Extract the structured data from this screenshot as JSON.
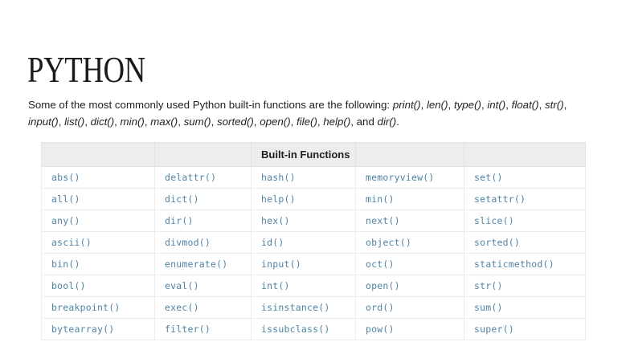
{
  "document": {
    "title": "PYTHON",
    "intro": {
      "lead": "Some of the most commonly used Python built-in functions are the following: ",
      "functions_inline": [
        "print()",
        "len()",
        "type()",
        "int()",
        "float()",
        "str()",
        "input()",
        "list()",
        "dict()",
        "min()",
        "max()",
        "sum()",
        "sorted()",
        "open()",
        "file()",
        "help()",
        "dir()"
      ],
      "full_text": "Some of the most commonly used Python built-in functions are the following: print(), len(), type(), int(), float(), str(), input(), list(), dict(), min(), max(), sum(), sorted(), open(), file(), help(), and dir()."
    },
    "table": {
      "caption": "Built-in Functions",
      "header_cells": [
        "",
        "",
        "Built-in Functions",
        "",
        ""
      ],
      "rows": [
        [
          "abs()",
          "delattr()",
          "hash()",
          "memoryview()",
          "set()"
        ],
        [
          "all()",
          "dict()",
          "help()",
          "min()",
          "setattr()"
        ],
        [
          "any()",
          "dir()",
          "hex()",
          "next()",
          "slice()"
        ],
        [
          "ascii()",
          "divmod()",
          "id()",
          "object()",
          "sorted()"
        ],
        [
          "bin()",
          "enumerate()",
          "input()",
          "oct()",
          "staticmethod()"
        ],
        [
          "bool()",
          "eval()",
          "int()",
          "open()",
          "str()"
        ],
        [
          "breakpoint()",
          "exec()",
          "isinstance()",
          "ord()",
          "sum()"
        ],
        [
          "bytearray()",
          "filter()",
          "issubclass()",
          "pow()",
          "super()"
        ]
      ]
    },
    "colors": {
      "page_background": "#ffffff",
      "title_text": "#1b1b1b",
      "body_text": "#222222",
      "table_header_background": "#ededed",
      "table_header_text": "#1f1f1f",
      "table_cell_text": "#4f84a6",
      "table_border": "#ececec"
    }
  }
}
